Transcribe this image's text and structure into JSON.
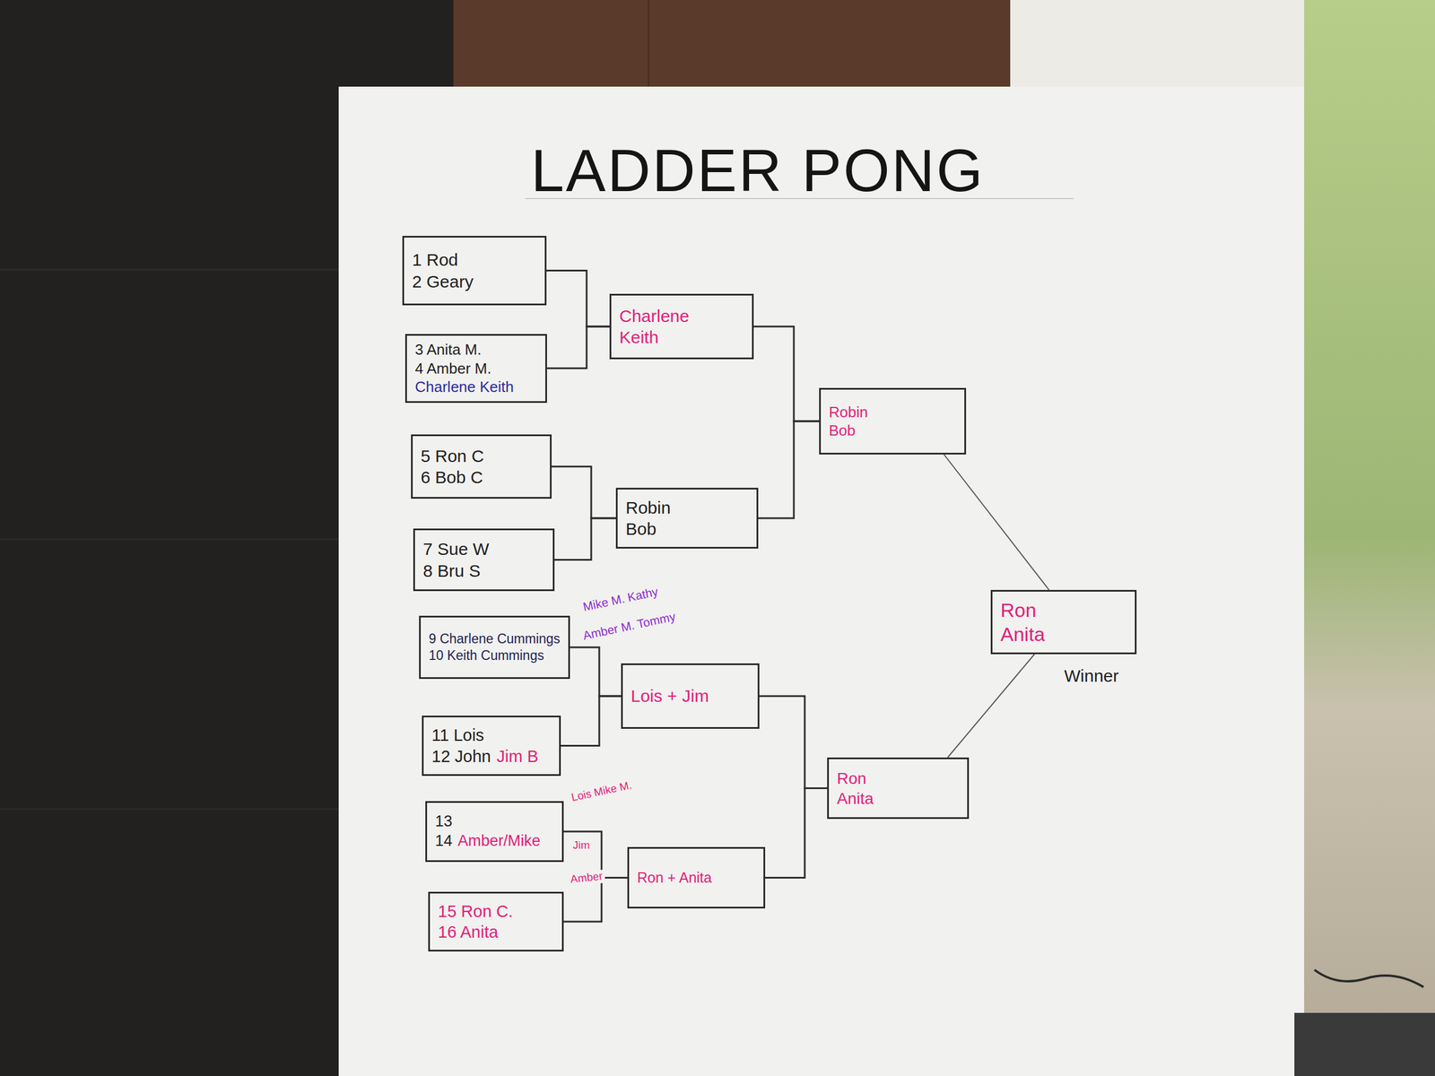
{
  "diagram": {
    "title": "LADDER PONG",
    "nodes": [
      {
        "text": [
          "1 Rod",
          "2 Geary"
        ]
      },
      {
        "text": [
          "3 Anita M.",
          "4 Amber M.",
          "Charlene Keith"
        ]
      },
      {
        "text": [
          "5 Ron C",
          "6 Bob C"
        ]
      },
      {
        "text": [
          "7 Sue W",
          "8 Bru S"
        ]
      },
      {
        "text": [
          "9 Charlene Cummings",
          "10 Keith Cummings"
        ]
      },
      {
        "text": [
          "11 Lois",
          "12 John",
          "Jim B"
        ]
      },
      {
        "text": [
          "13",
          "14",
          "Amber/Mike"
        ]
      },
      {
        "text": [
          "15 Ron C.",
          "16 Anita"
        ]
      },
      {
        "text": [
          "Charlene Keith"
        ]
      },
      {
        "text": [
          "Robin Bob"
        ]
      },
      {
        "text": [
          "Lois + Jim"
        ]
      },
      {
        "text": [
          "Ron + Anita"
        ]
      },
      {
        "text": [
          "Robin Bob"
        ]
      },
      {
        "text": [
          "Ron Anita"
        ]
      },
      {
        "text": [
          "Ron Anita"
        ]
      }
    ],
    "edges": [
      {
        "from": 0,
        "to": 8,
        "arrow": "none"
      },
      {
        "from": 1,
        "to": 8,
        "arrow": "none"
      },
      {
        "from": 2,
        "to": 9,
        "arrow": "none"
      },
      {
        "from": 3,
        "to": 9,
        "arrow": "none"
      },
      {
        "from": 4,
        "to": 10,
        "arrow": "none"
      },
      {
        "from": 5,
        "to": 10,
        "arrow": "none"
      },
      {
        "from": 6,
        "to": 11,
        "arrow": "none"
      },
      {
        "from": 7,
        "to": 11,
        "arrow": "none"
      },
      {
        "from": 8,
        "to": 12,
        "arrow": "none"
      },
      {
        "from": 9,
        "to": 12,
        "arrow": "none"
      },
      {
        "from": 10,
        "to": 13,
        "arrow": "none"
      },
      {
        "from": 11,
        "to": 13,
        "arrow": "none"
      },
      {
        "from": 12,
        "to": 14,
        "arrow": "none"
      },
      {
        "from": 13,
        "to": 14,
        "arrow": "none"
      }
    ],
    "labels": [
      "Mike M. Kathy",
      "Amber M. Tommy",
      "Lois Mike M.",
      "Jim",
      "Amber",
      "Winner"
    ]
  }
}
